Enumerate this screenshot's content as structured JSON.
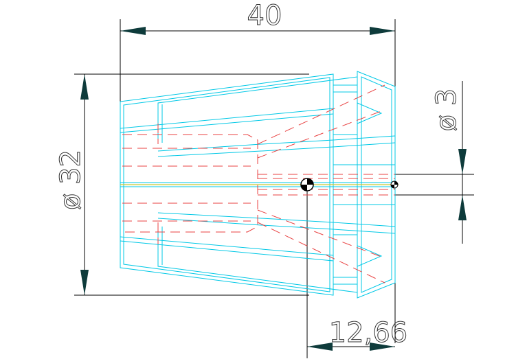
{
  "dimensions": {
    "length_total": "40",
    "diameter_outer": "ø 32",
    "diameter_bore": "ø 3",
    "offset": "12,66"
  },
  "colors": {
    "outline": "#00c8e6",
    "hidden": "#e84040",
    "centerline": "#c8c832",
    "dimension": "#000000",
    "text": "#333333",
    "arrow": "#0e3b3b"
  }
}
